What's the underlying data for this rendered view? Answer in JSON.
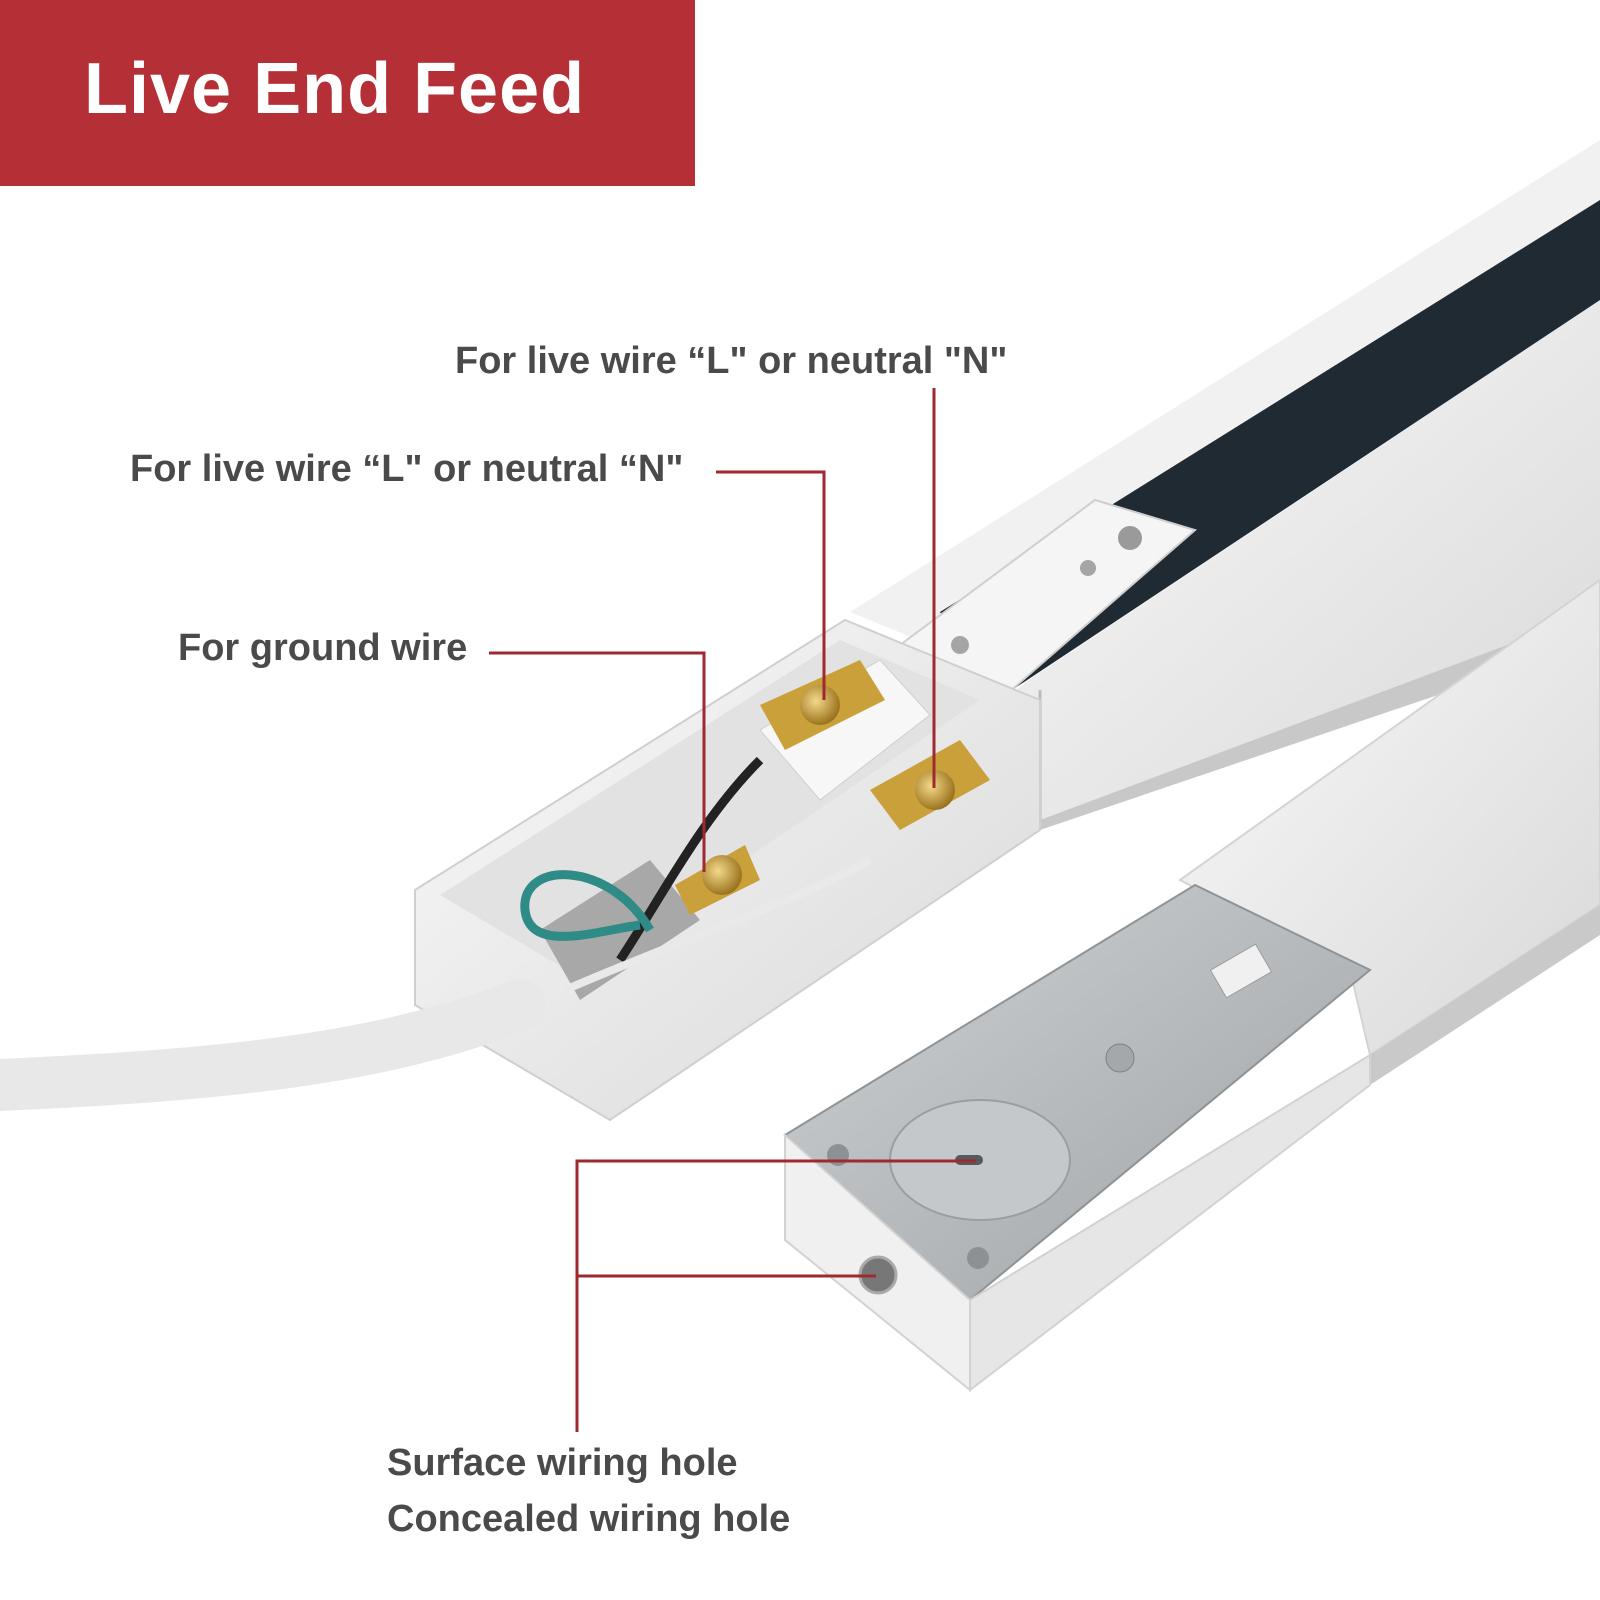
{
  "banner": {
    "title": "Live End Feed"
  },
  "callouts": {
    "live_neutral_top": "For live wire “L\" or neutral \"N\"",
    "live_neutral_mid": "For live wire “L\" or neutral “N\"",
    "ground": "For ground wire",
    "surface_hole": "Surface wiring hole",
    "concealed_hole": "Concealed wiring hole"
  },
  "colors": {
    "banner": "#b53036",
    "leader_line": "#9e2a30",
    "label_text": "#4a4a4a",
    "track_body": "#ececec",
    "track_channel": "#1f2a33",
    "brass": "#c9a03a",
    "ground_wire": "#2e8b86",
    "plate": "#b9bcbe"
  }
}
